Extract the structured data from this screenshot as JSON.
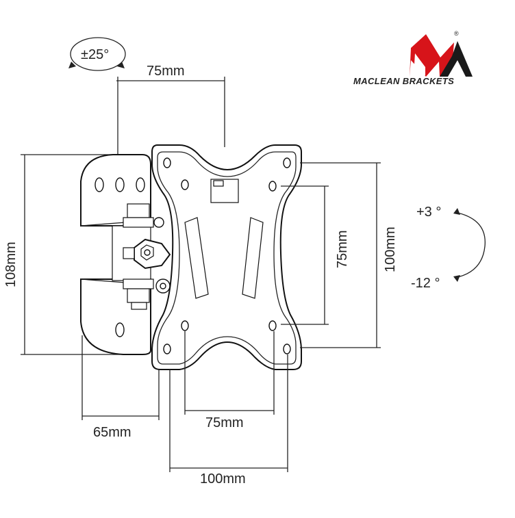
{
  "brand": {
    "name": "MACLEAN BRACKETS",
    "registered_mark": "®",
    "colors": {
      "red": "#d7141a",
      "black": "#1a1a1a"
    }
  },
  "dimensions": {
    "swivel": "±25°",
    "arm_width": "75mm",
    "height_108": "108mm",
    "vesa_v_75": "75mm",
    "vesa_v_100": "100mm",
    "tilt_up": "+3 °",
    "tilt_down": "-12 °",
    "wall_plate_width": "65mm",
    "vesa_h_75": "75mm",
    "vesa_h_100": "100mm"
  }
}
